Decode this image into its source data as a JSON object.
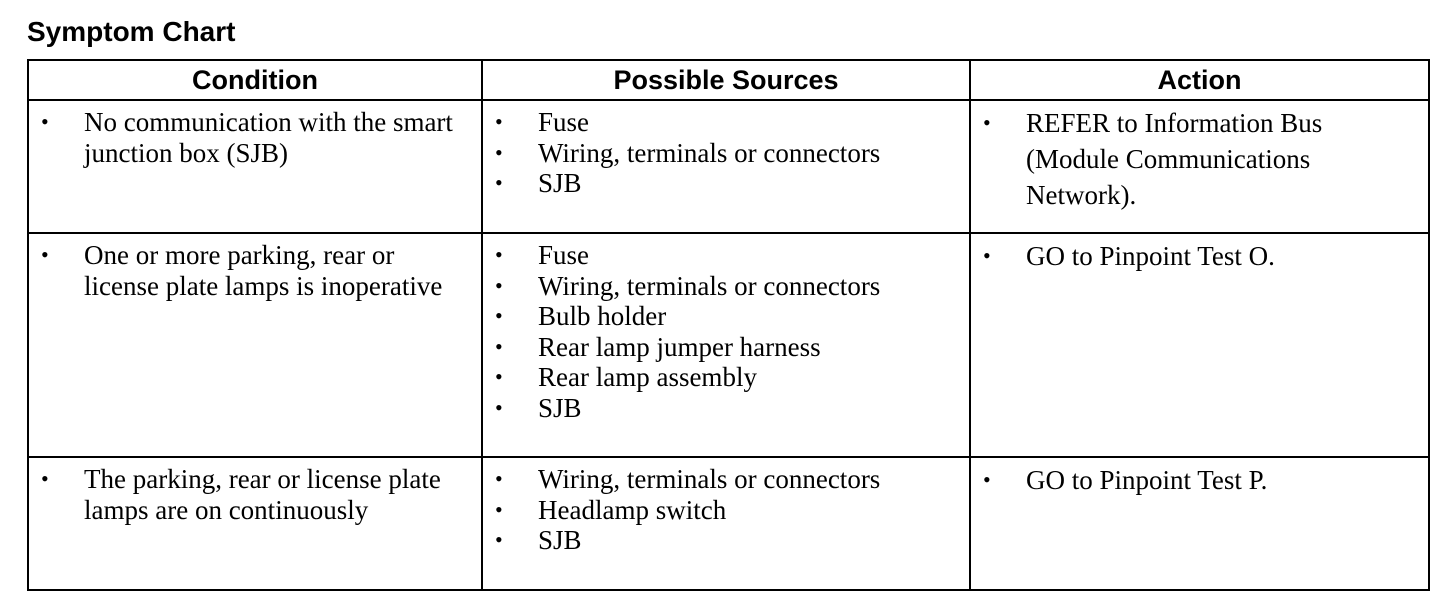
{
  "title": "Symptom Chart",
  "headers": {
    "condition": "Condition",
    "sources": "Possible Sources",
    "action": "Action"
  },
  "rows": [
    {
      "condition": "No communication with the smart junction box (SJB)",
      "sources": [
        "Fuse",
        "Wiring, terminals or connectors",
        "SJB"
      ],
      "action": "REFER to Information Bus (Module Communications Network)."
    },
    {
      "condition": "One or more parking, rear or license plate lamps is inoperative",
      "sources": [
        "Fuse",
        "Wiring, terminals or connectors",
        "Bulb holder",
        "Rear lamp jumper harness",
        "Rear lamp assembly",
        "SJB"
      ],
      "action": "GO to Pinpoint Test O."
    },
    {
      "condition": "The parking, rear or license plate lamps are on continuously",
      "sources": [
        "Wiring, terminals or connectors",
        "Headlamp switch",
        "SJB"
      ],
      "action": "GO to Pinpoint Test P."
    }
  ]
}
